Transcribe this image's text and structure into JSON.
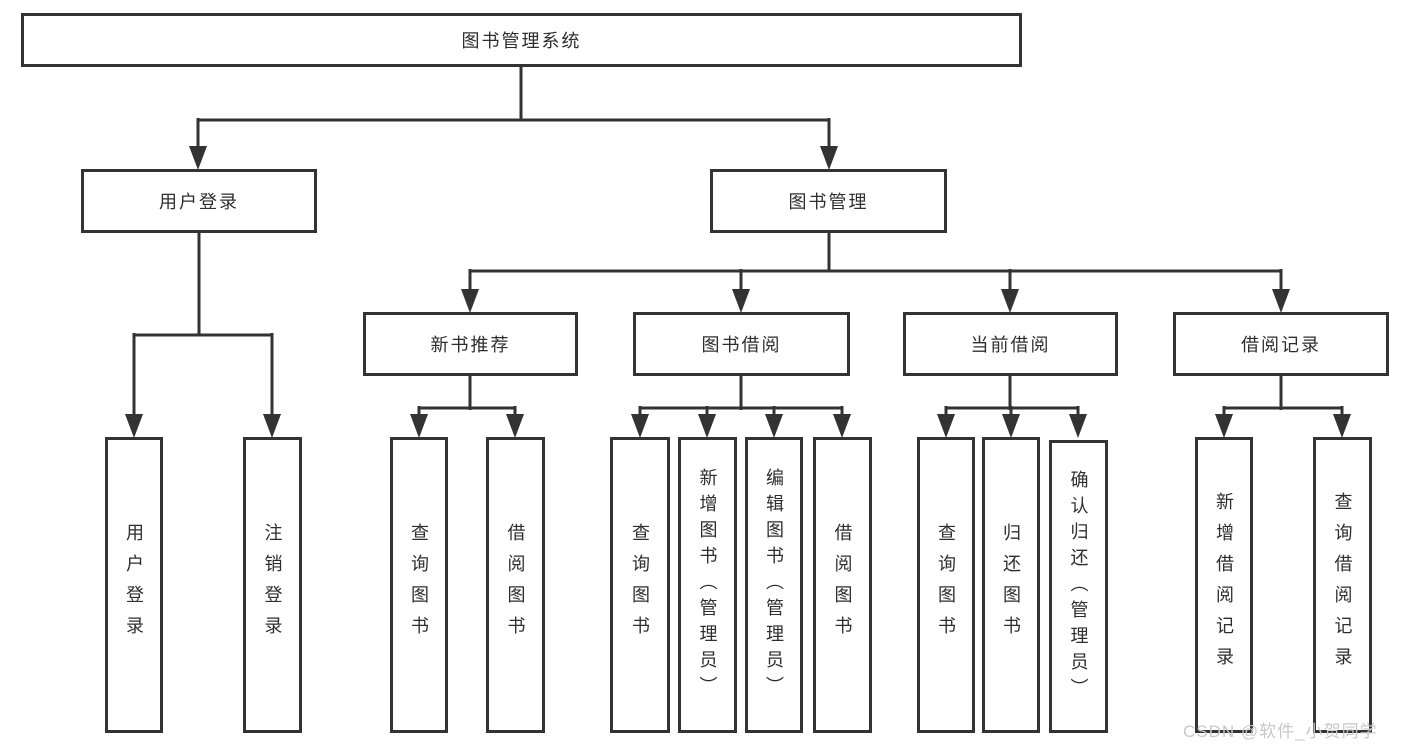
{
  "tree": {
    "label": "图书管理系统",
    "children": [
      {
        "label": "用户登录",
        "children": [
          {
            "label": "用户登录"
          },
          {
            "label": "注销登录"
          }
        ]
      },
      {
        "label": "图书管理",
        "children": [
          {
            "label": "新书推荐",
            "children": [
              {
                "label": "查询图书"
              },
              {
                "label": "借阅图书"
              }
            ]
          },
          {
            "label": "图书借阅",
            "children": [
              {
                "label": "查询图书"
              },
              {
                "label": "新增图书（管理员）"
              },
              {
                "label": "编辑图书（管理员）"
              },
              {
                "label": "借阅图书"
              }
            ]
          },
          {
            "label": "当前借阅",
            "children": [
              {
                "label": "查询图书"
              },
              {
                "label": "归还图书"
              },
              {
                "label": "确认归还（管理员）"
              }
            ]
          },
          {
            "label": "借阅记录",
            "children": [
              {
                "label": "新增借阅记录"
              },
              {
                "label": "查询借阅记录"
              }
            ]
          }
        ]
      }
    ]
  },
  "watermark": "CSDN @软件_小贺同学",
  "colors": {
    "line": "#333333",
    "box_border": "#333333",
    "box_background": "#ffffff",
    "text": "#2e2e2e",
    "watermark": "#c8c8c8",
    "page_background": "#ffffff"
  }
}
